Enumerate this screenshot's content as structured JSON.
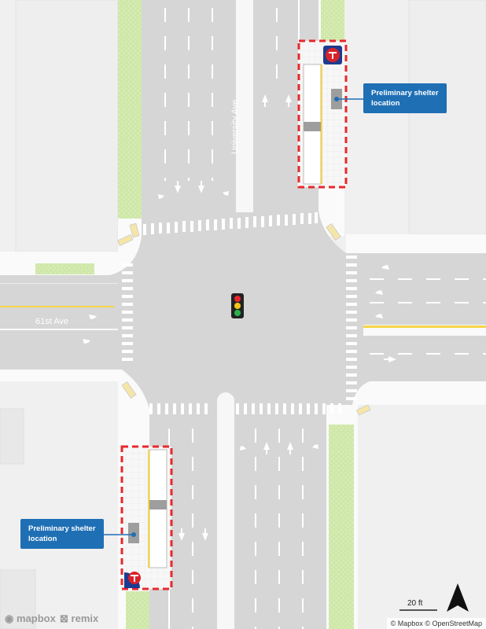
{
  "map": {
    "streets": {
      "north_south": "University Ave",
      "east_west": "61st Ave"
    },
    "callouts": [
      {
        "line1": "Preliminary shelter",
        "line2": "location"
      },
      {
        "line1": "Preliminary shelter",
        "line2": "location"
      }
    ],
    "scale_bar": {
      "label": "20 ft"
    },
    "attribution": "© Mapbox © OpenStreetMap",
    "branding": {
      "mapbox": "mapbox",
      "remix": "remix"
    },
    "icons": [
      "transit-stop-icon",
      "traffic-light-icon",
      "north-arrow-icon",
      "lane-arrow-icon"
    ],
    "colors": {
      "road": "#d6d6d6",
      "sidewalk": "#fafafa",
      "block": "#f0f0f0",
      "planting": "#cfe8a9",
      "stop_zone": "#e8282d",
      "callout": "#1f6fb5",
      "transit_logo": "#d8232a",
      "centerline": "#f5d547"
    }
  }
}
